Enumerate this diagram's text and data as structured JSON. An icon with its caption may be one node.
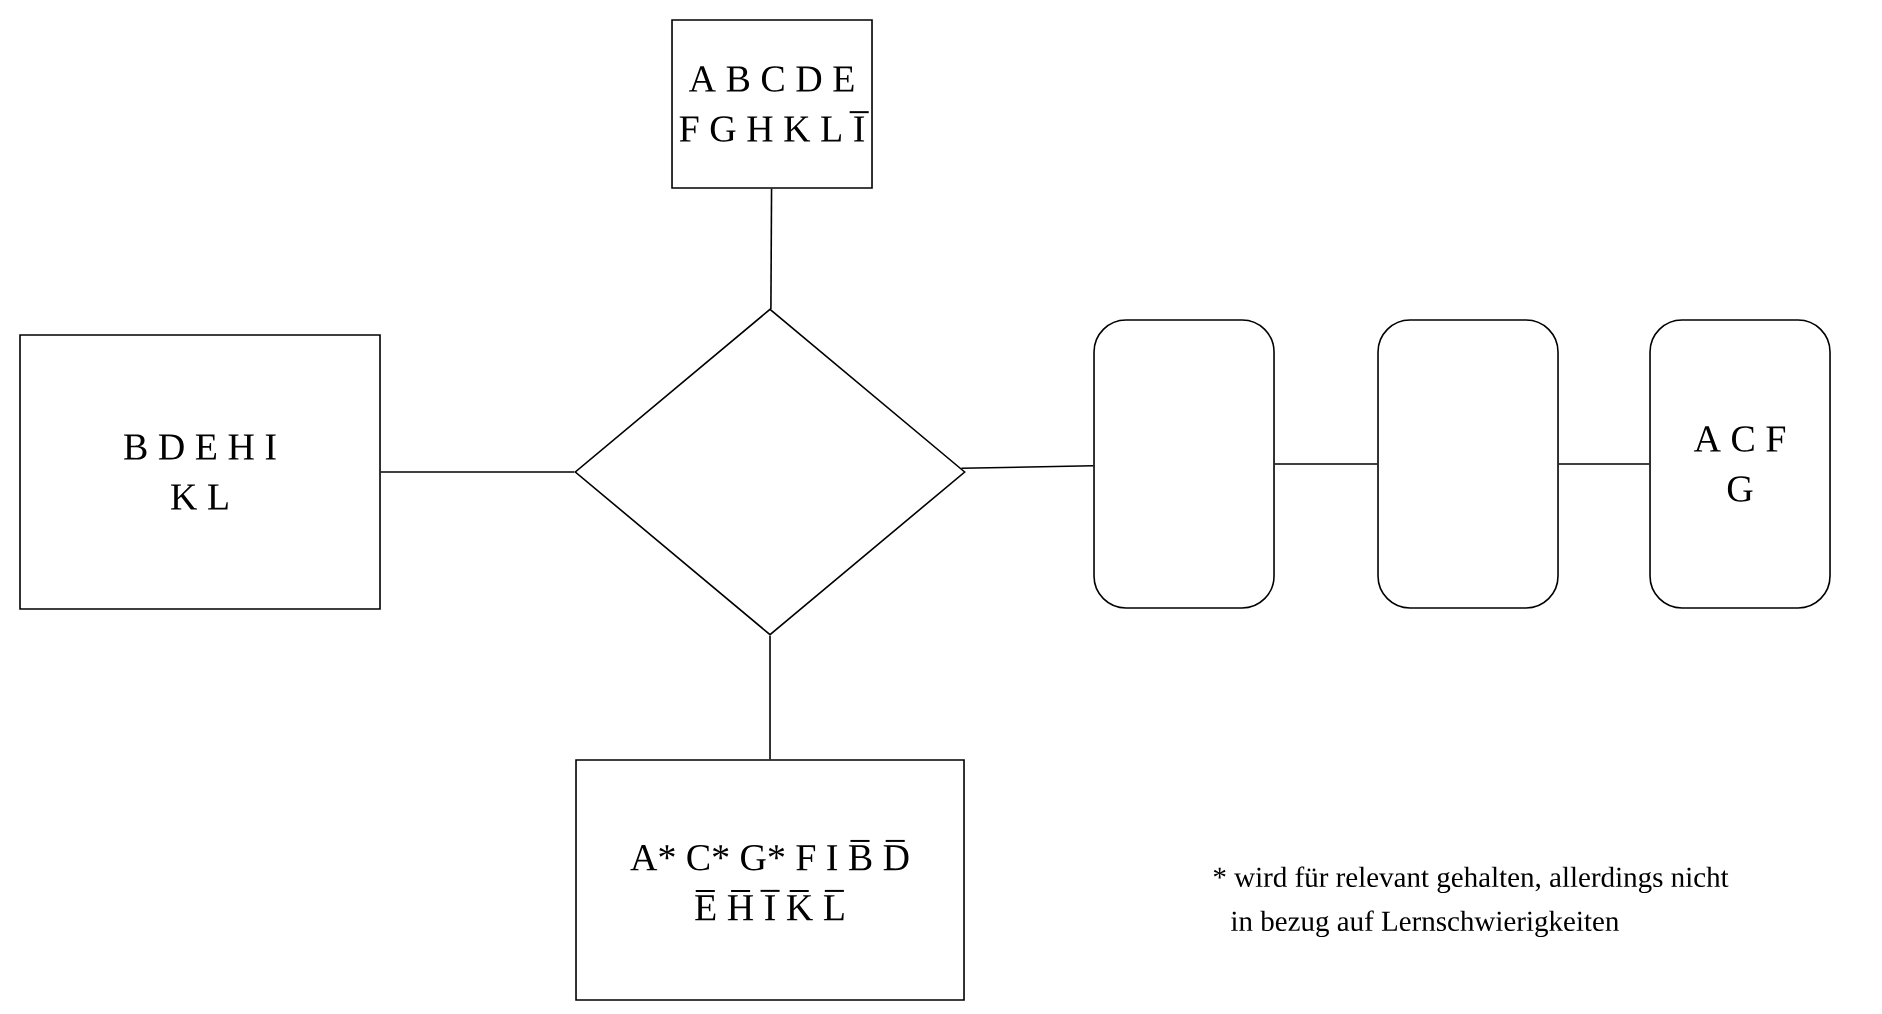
{
  "diagram": {
    "nodes": [
      {
        "text": [
          "A B C D E F G H K L I̅"
        ]
      },
      {
        "text": [
          "B D E H I K L"
        ]
      },
      {
        "text": [],
        "shape": "diamond"
      },
      {
        "text": [],
        "shape": "box"
      },
      {
        "text": [],
        "shape": "box"
      },
      {
        "text": [
          "A C F G"
        ]
      },
      {
        "text": [
          "A* C* G* F I B̅ D̅ E̅ H̅ I̅ K̅ L̅"
        ]
      }
    ],
    "edges": [
      {
        "from": 0,
        "to": 2,
        "arrow": "none"
      },
      {
        "from": 1,
        "to": 2,
        "arrow": "none"
      },
      {
        "from": 2,
        "to": 3,
        "arrow": "none"
      },
      {
        "from": 3,
        "to": 4,
        "arrow": "none"
      },
      {
        "from": 4,
        "to": 5,
        "arrow": "none"
      },
      {
        "from": 2,
        "to": 6,
        "arrow": "none"
      }
    ],
    "labels": [
      "* wird für relevant gehalten, allerdings nicht in bezug auf Lernschwierigkeiten"
    ]
  }
}
